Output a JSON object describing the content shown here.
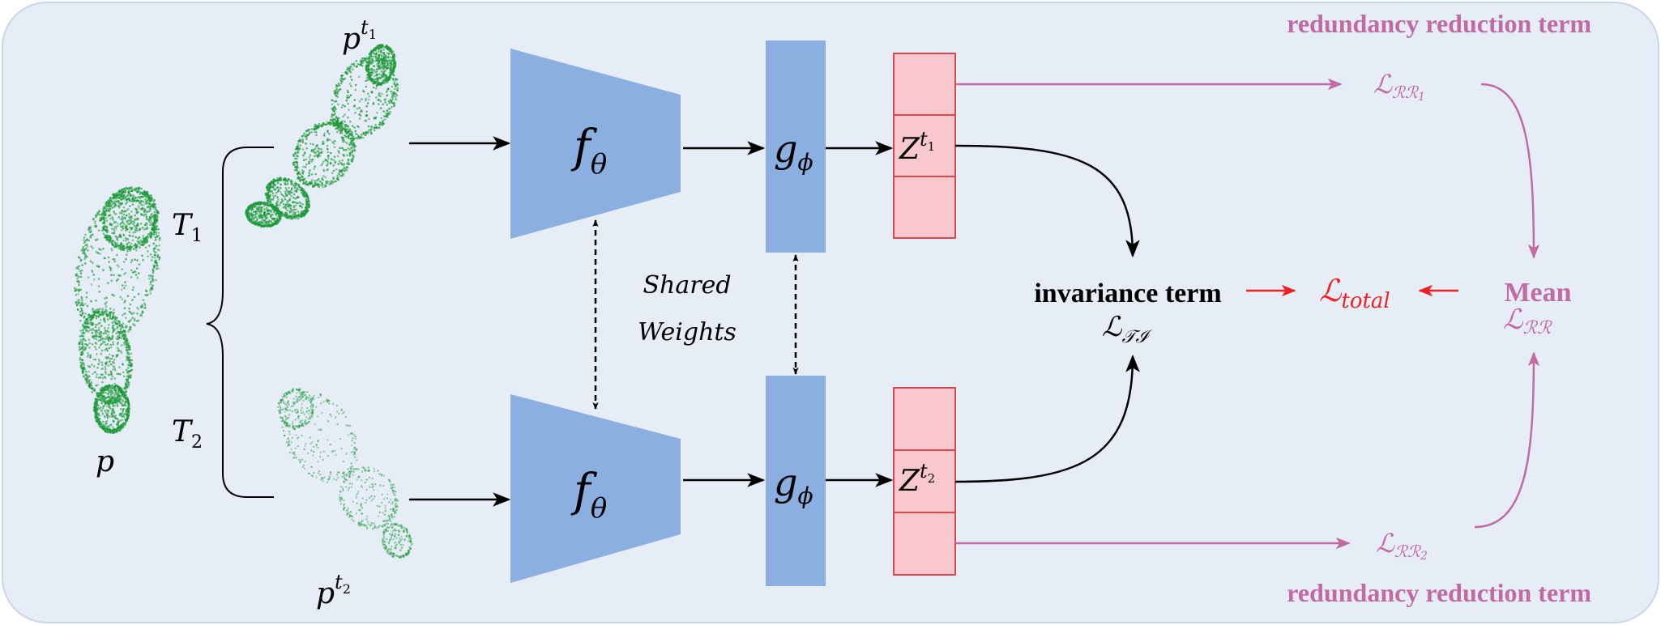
{
  "colors": {
    "background": "#e6edf7",
    "encoder": "#8aafe0",
    "embedding_fill": "#f8c8cc",
    "embedding_stroke": "#d9484f",
    "point_cloud": "#1e9a3a",
    "redundancy": "#c06aa6",
    "total": "#ee2222",
    "arrow": "#000000"
  },
  "labels": {
    "input": "p",
    "view1": "p",
    "view1_sup": "t",
    "view1_sub": "1",
    "view2": "p",
    "view2_sup": "t",
    "view2_sub": "2",
    "t1": "T",
    "t1_sub": "1",
    "t2": "T",
    "t2_sub": "2",
    "encoder": "f",
    "encoder_sub": "θ",
    "projector": "g",
    "projector_sub": "ϕ",
    "z": "Z",
    "z1_sup": "t",
    "z1_sub": "1",
    "z2_sup": "t",
    "z2_sub": "2",
    "shared_line1": "Shared",
    "shared_line2": "Weights",
    "invariance": "invariance term",
    "l_ti": "ℒ",
    "l_ti_sub": "𝒯ℐ",
    "l_total": "ℒ",
    "l_total_sub": "total",
    "mean": "Mean",
    "l_rr": "ℒ",
    "l_rr_sub": "ℛℛ",
    "l_rr1": "ℒ",
    "l_rr1_sub": "ℛℛ",
    "l_rr1_subsub": "1",
    "l_rr2": "ℒ",
    "l_rr2_sub": "ℛℛ",
    "l_rr2_subsub": "2",
    "rr_top": "redundancy reduction term",
    "rr_bottom": "redundancy reduction term"
  },
  "icons": {
    "input_cloud": "point-cloud-icon",
    "view1_cloud": "point-cloud-icon",
    "view2_cloud": "point-cloud-icon"
  }
}
